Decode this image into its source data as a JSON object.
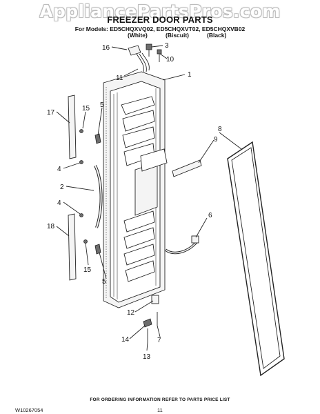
{
  "watermark": "AppliancePartsPros.com",
  "header": {
    "title": "FREEZER DOOR PARTS",
    "models_line": "For Models: ED5CHQXVQ02, ED5CHQXVT02, ED5CHQXVB02",
    "colors": [
      "(White)",
      "(Biscuit)",
      "(Black)"
    ]
  },
  "callouts": {
    "c1": "1",
    "c2": "2",
    "c3": "3",
    "c4a": "4",
    "c4b": "4",
    "c5a": "5",
    "c5b": "5",
    "c6": "6",
    "c7": "7",
    "c8": "8",
    "c9": "9",
    "c10": "10",
    "c11": "11",
    "c12": "12",
    "c13": "13",
    "c14": "14",
    "c15a": "15",
    "c15b": "15",
    "c16": "16",
    "c17": "17",
    "c18": "18"
  },
  "footer": {
    "ordering_note": "FOR ORDERING INFORMATION REFER TO PARTS PRICE LIST",
    "doc_number": "W10267054",
    "page_number": "11"
  }
}
